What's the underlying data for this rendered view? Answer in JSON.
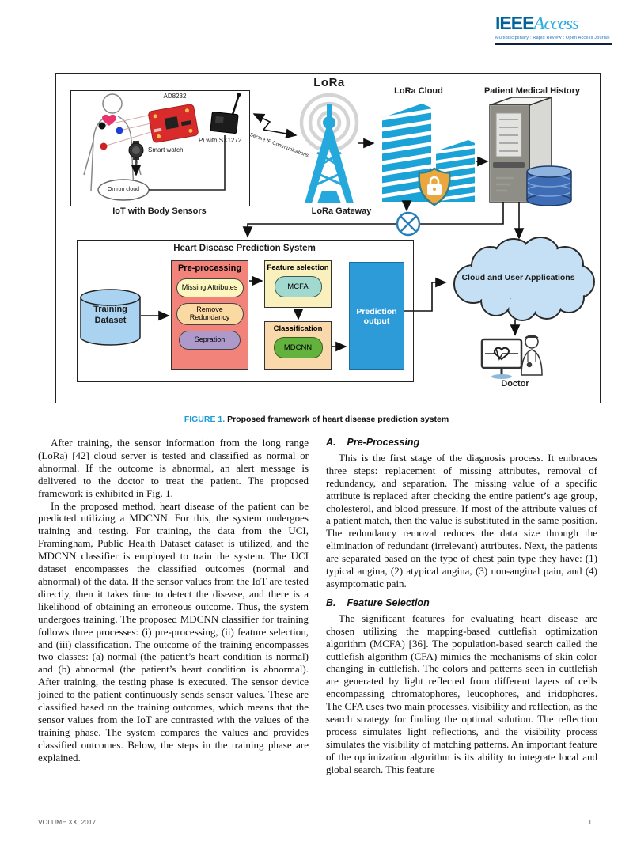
{
  "header": {
    "ieee": "IEEE",
    "access": "Access",
    "tagline": "Multidisciplinary : Rapid Review : Open Access Journal"
  },
  "figure": {
    "iot": {
      "label": "IoT with Body Sensors",
      "ad8232": "AD8232",
      "pi": "Pi with SX1272",
      "watch": "Smart watch",
      "omron": "Omron cloud"
    },
    "secure_ip": "Secure IP Communications",
    "lora": {
      "logo": "LoRa",
      "gateway": "LoRa Gateway",
      "cloud": "LoRa Cloud"
    },
    "patient_history": "Patient Medical History",
    "hdps": {
      "title": "Heart Disease Prediction System",
      "training": "Training\nDataset",
      "preprocessing": {
        "title": "Pre-processing",
        "steps": [
          "Missing Attributes",
          "Remove Redundancy",
          "Sepration"
        ]
      },
      "feature": {
        "title": "Feature selection",
        "algo": "MCFA"
      },
      "classification": {
        "title": "Classification",
        "algo": "MDCNN"
      },
      "prediction": "Prediction\noutput"
    },
    "cloud_apps": "Cloud and User Applications",
    "doctor": "Doctor"
  },
  "caption": {
    "label": "FIGURE 1.",
    "text": "Proposed framework of heart disease prediction system"
  },
  "article": {
    "left": {
      "p1": "After training, the sensor information from the long range (LoRa) [42] cloud server is tested and classified as normal or abnormal. If the outcome is abnormal, an alert message is delivered to the doctor to treat the patient. The proposed framework is exhibited in Fig. 1.",
      "p2": "In the proposed method, heart disease of the patient can be predicted utilizing a MDCNN. For this, the system undergoes training and testing.  For training, the data from the UCI, Framingham, Public Health Dataset dataset is utilized, and the MDCNN classifier is employed to train the system. The UCI dataset encompasses the classified outcomes (normal and abnormal) of the data. If the sensor values from the IoT are tested directly, then it takes time to detect the disease, and there is a likelihood of obtaining an erroneous outcome. Thus, the system undergoes training. The proposed MDCNN classifier for training follows three processes: (i) pre-processing, (ii) feature selection, and (iii) classification. The outcome of the training encompasses two classes: (a) normal (the patient’s heart condition is normal) and (b) abnormal (the patient’s heart condition is abnormal). After training, the testing phase is executed. The sensor device joined to the patient continuously sends sensor values. These are classified based on the training outcomes, which means that the sensor values from the IoT are contrasted with the values of the training phase. The system compares the values and provides classified outcomes. Below, the steps in the training phase are explained."
    },
    "right": {
      "a_num": "A.",
      "a_title": "Pre-Processing",
      "pa": "This is the first stage of the diagnosis process. It embraces three steps: replacement of missing attributes, removal of redundancy, and separation. The missing value of a specific attribute is replaced after checking the entire patient’s age group, cholesterol, and blood pressure. If most of the attribute values of a patient match, then the value is substituted in the same position. The redundancy removal reduces the data size through the elimination of redundant (irrelevant) attributes. Next, the patients are separated based on the type of chest pain type they have: (1) typical angina, (2) atypical angina, (3) non-anginal pain, and (4) asymptomatic pain.",
      "b_num": "B.",
      "b_title": "Feature Selection",
      "pb": "The significant features for evaluating heart disease are chosen utilizing the mapping-based cuttlefish optimization algorithm (MCFA) [36]. The population-based search called the cuttlefish algorithm (CFA) mimics the mechanisms of skin color changing in cuttlefish. The colors and patterns seen in cuttlefish are generated by light reflected from different layers of cells encompassing chromatophores, leucophores, and iridophores. The CFA uses two main processes, visibility and reflection, as the search strategy for finding the optimal solution. The reflection process simulates light reflections, and the visibility process simulates the visibility of matching patterns. An important feature of the optimization algorithm is its ability to integrate local and global search. This feature"
    }
  },
  "footer": {
    "volume": "VOLUME XX, 2017",
    "page": "1"
  },
  "colors": {
    "ieee_navy": "#00629B",
    "ieee_cyan": "#29ABE2",
    "caption_blue": "#1C9AD6",
    "tower_teal": "#25A8DB",
    "building_cyan": "#1BA3D8",
    "shield_gold": "#EAA73E",
    "preprocessing_red": "#F2837B",
    "missing_yellow": "#FCF6BF",
    "redundancy_peach": "#FBD9A3",
    "separation_purple": "#AD9ACB",
    "mcfa_teal": "#A2D9CF",
    "mdcnn_green": "#63B23E",
    "prediction_blue": "#2E9BD9",
    "cylinder_blue": "#A9D3F0",
    "cloud_blue": "#C5E0F4",
    "database_blue": "#3E6DB5"
  }
}
